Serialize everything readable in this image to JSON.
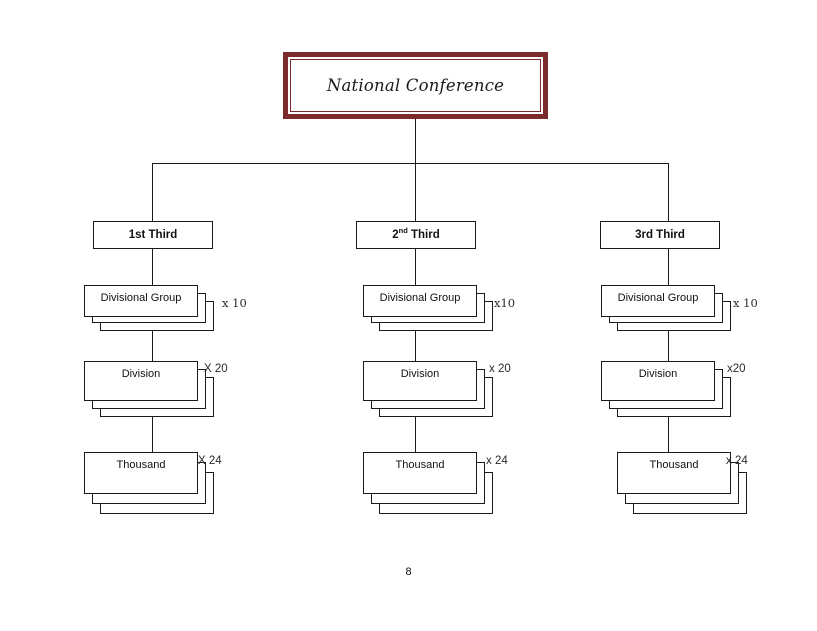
{
  "page": {
    "number": "8",
    "background": "#ffffff",
    "accent_color": "#7b2b2b",
    "line_color": "#1a1a1a"
  },
  "root": {
    "label": "National Conference"
  },
  "branches": [
    {
      "id": "first-third",
      "title": "1st Third",
      "title_base": "1st Third",
      "superscript": "",
      "tiers": [
        {
          "id": "divisional-group",
          "label": "Divisional Group",
          "multiplier": "x 10",
          "multiplier_style": "serif"
        },
        {
          "id": "division",
          "label": "Division",
          "multiplier": "X 20",
          "multiplier_style": "sans"
        },
        {
          "id": "thousand",
          "label": "Thousand",
          "multiplier": "X 24",
          "multiplier_style": "sans"
        }
      ]
    },
    {
      "id": "second-third",
      "title": "2nd Third",
      "title_base": "2",
      "superscript": "nd",
      "title_suffix": " Third",
      "tiers": [
        {
          "id": "divisional-group",
          "label": "Divisional Group",
          "multiplier": "x10",
          "multiplier_style": "serif"
        },
        {
          "id": "division",
          "label": "Division",
          "multiplier": "x 20",
          "multiplier_style": "sans"
        },
        {
          "id": "thousand",
          "label": "Thousand",
          "multiplier": "x 24",
          "multiplier_style": "sans"
        }
      ]
    },
    {
      "id": "third-third",
      "title": "3rd Third",
      "title_base": "3rd Third",
      "superscript": "",
      "tiers": [
        {
          "id": "divisional-group",
          "label": "Divisional Group",
          "multiplier": "x 10",
          "multiplier_style": "serif"
        },
        {
          "id": "division",
          "label": "Division",
          "multiplier": "x20",
          "multiplier_style": "sans"
        },
        {
          "id": "thousand",
          "label": "Thousand",
          "multiplier": "x 24",
          "multiplier_style": "sans"
        }
      ]
    }
  ]
}
